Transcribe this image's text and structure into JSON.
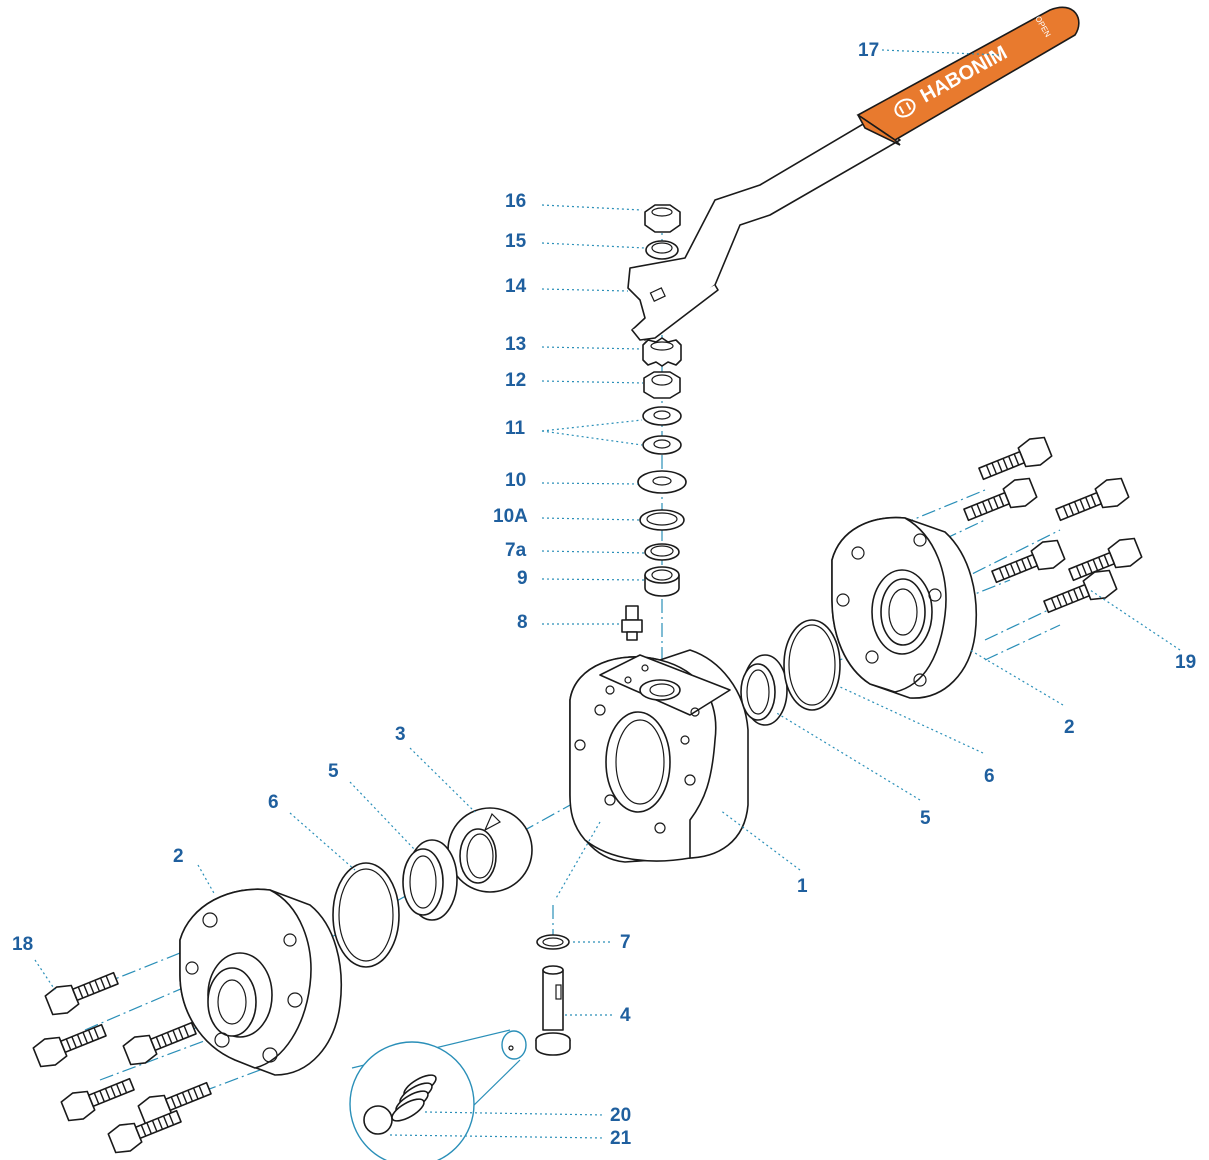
{
  "brand": {
    "name": "HABONIM",
    "handle_marking": "OPEN",
    "accent_color": "#e87a2e",
    "callout_color": "#1f5f9e",
    "axis_color": "#2a8fb8"
  },
  "labels": {
    "p1": "1",
    "p2a": "2",
    "p2b": "2",
    "p3": "3",
    "p4": "4",
    "p5a": "5",
    "p5b": "5",
    "p6a": "6",
    "p6b": "6",
    "p7": "7",
    "p7a": "7a",
    "p8": "8",
    "p9": "9",
    "p10": "10",
    "p10A": "10A",
    "p11": "11",
    "p12": "12",
    "p13": "13",
    "p14": "14",
    "p15": "15",
    "p16": "16",
    "p17": "17",
    "p18": "18",
    "p19": "19",
    "p20": "20",
    "p21": "21"
  }
}
